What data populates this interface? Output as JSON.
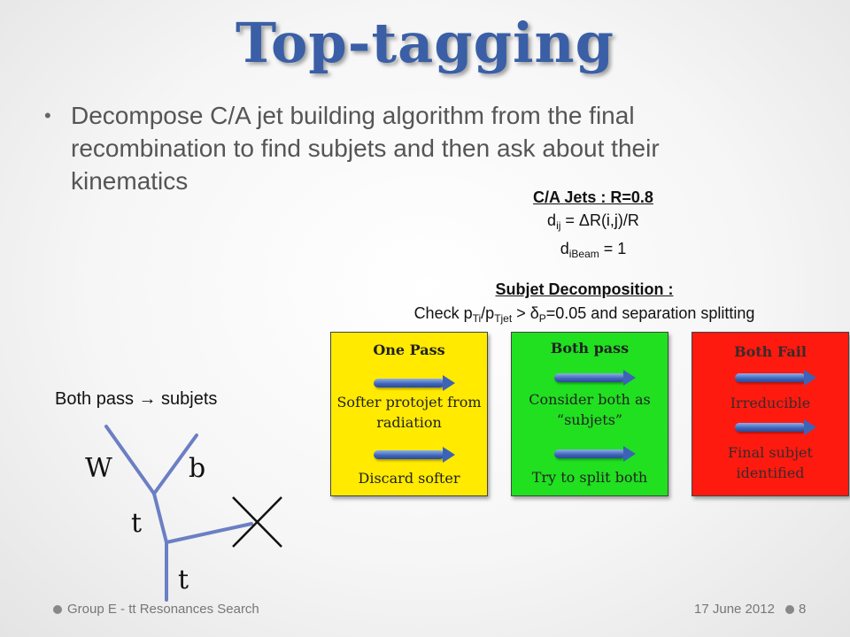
{
  "title": "Top-tagging",
  "bullet": "Decompose C/A jet building algorithm from the final recombination to find subjets and then ask about their kinematics",
  "ca": {
    "heading": "C/A Jets : R=0.8",
    "dij_sym": "d",
    "dij_sub": "ij",
    "dij_rest": " = ΔR(i,j)/R",
    "dib_sym": "d",
    "dib_sub": "iBeam",
    "dib_rest": " = 1"
  },
  "subjet": {
    "heading": "Subjet Decomposition :",
    "c1": "Check p",
    "s1": "Ti",
    "c2": "/p",
    "s2": "Tjet",
    "c3": " > δ",
    "s3": "P",
    "c4": "=0.05 and separation splitting"
  },
  "boxes": {
    "one": {
      "title": "One Pass",
      "t1": "Softer protojet from radiation",
      "t2": "Discard softer",
      "color": "#ffea00"
    },
    "both": {
      "title": "Both pass",
      "t1": "Consider both as “subjets”",
      "t2": "Try to split both",
      "color": "#20e020"
    },
    "fail": {
      "title": "Both Fail",
      "t1": "Irreducible",
      "t2": "Final subjet identified",
      "color": "#ff1a10"
    }
  },
  "diagram": {
    "caption": "Both pass → subjets",
    "w": "W",
    "b": "b",
    "t1": "t",
    "t2": "t",
    "line_color": "#6b7fc4"
  },
  "footer": {
    "left": "Group E - tt Resonances Search",
    "date": "17 June 2012",
    "page": "8"
  }
}
